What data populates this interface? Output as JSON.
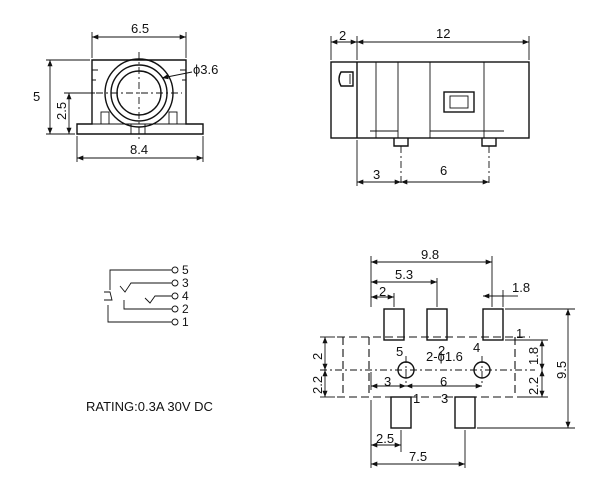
{
  "front_view": {
    "width_dim": "6.5",
    "height_dim": "5",
    "center_height_dim": "2.5",
    "base_width_dim": "8.4",
    "hole_dim": "ϕ3.6"
  },
  "side_view": {
    "front_len_dim": "2",
    "body_len_dim": "12",
    "pin_offset_dim": "3",
    "pin_spacing_dim": "6"
  },
  "schematic": {
    "pins": [
      "5",
      "3",
      "4",
      "2",
      "1"
    ]
  },
  "rating": "RATING:0.3A 30V DC",
  "footprint": {
    "total_width_dim": "9.8",
    "span_dim": "5.3",
    "pad_pitch_dim": "2",
    "pad_width_dim": "1.8",
    "pin_label_1": "1",
    "pin_label_2": "2",
    "pin_label_5": "5",
    "pin_label_4": "4",
    "pin_label_3": "3",
    "hole_dim": "2-ϕ1.6",
    "left_row_dim": "2",
    "left_row_dim_2": "2.2",
    "right_row_dim_1": "1.8",
    "right_row_dim_2": "2.2",
    "height_dim": "9.5",
    "x_dim_3": "3",
    "x_dim_6": "6",
    "pad_offset_dim": "2.5",
    "bottom_width_dim": "7.5"
  }
}
